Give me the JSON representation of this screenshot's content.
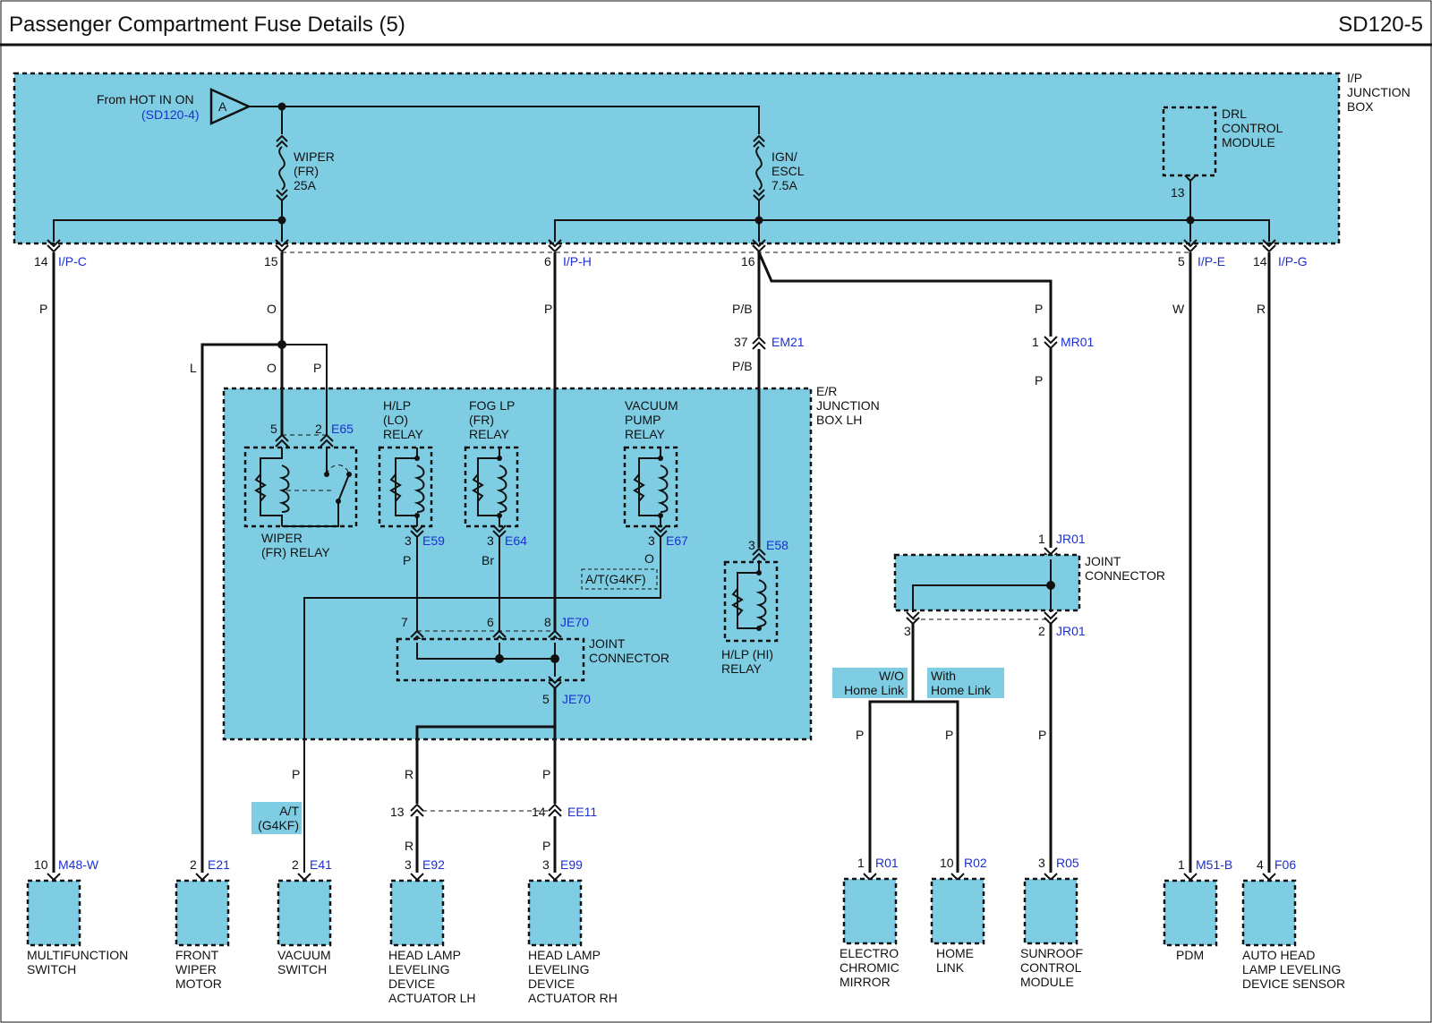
{
  "header": {
    "title": "Passenger Compartment Fuse Details (5)",
    "page_code": "SD120-5"
  },
  "colors": {
    "box_fill": "#7fcde3",
    "wire": "#111111",
    "reference_text": "#1a2fd4"
  },
  "ip_junction_box": {
    "label": [
      "I/P",
      "JUNCTION",
      "BOX"
    ],
    "source_label": "From HOT IN ON",
    "source_ref": "(SD120-4)",
    "source_letter": "A",
    "fuse_wiper": [
      "WIPER",
      "(FR)",
      "25A"
    ],
    "fuse_ign": [
      "IGN/",
      "ESCL",
      "7.5A"
    ],
    "drl_module": [
      "DRL",
      "CONTROL",
      "MODULE"
    ],
    "drl_pin": "13"
  },
  "ip_connectors": [
    {
      "pin": "14",
      "ref": "I/P-C",
      "wire": "P"
    },
    {
      "pin": "15",
      "ref": "",
      "wire": "O"
    },
    {
      "pin": "6",
      "ref": "I/P-H",
      "wire": "P"
    },
    {
      "pin": "16",
      "ref": "",
      "wire": "P/B"
    },
    {
      "pin": "5",
      "ref": "I/P-E",
      "wire": "W"
    },
    {
      "pin": "14",
      "ref": "I/P-G",
      "wire": "R"
    }
  ],
  "er_junction_box": {
    "label": [
      "E/R",
      "JUNCTION",
      "BOX LH"
    ],
    "wiper_relay": {
      "pin_a": "5",
      "pin_b": "2",
      "ref": "E65",
      "label": [
        "WIPER",
        "(FR) RELAY"
      ]
    },
    "hlp_lo_relay": {
      "label": [
        "H/LP",
        "(LO)",
        "RELAY"
      ],
      "pin": "3",
      "ref": "E59",
      "wire": "P"
    },
    "fog_relay": {
      "label": [
        "FOG LP",
        "(FR)",
        "RELAY"
      ],
      "pin": "3",
      "ref": "E64",
      "wire": "Br"
    },
    "vacuum_relay": {
      "label": [
        "VACUUM",
        "PUMP",
        "RELAY"
      ],
      "pin": "3",
      "ref": "E67",
      "wire": "O"
    },
    "at_tag": "A/T(G4KF)",
    "hlp_hi_relay": {
      "label": [
        "H/LP (HI)",
        "RELAY"
      ],
      "pin": "3",
      "ref": "E58"
    },
    "joint": {
      "pins": [
        "7",
        "6",
        "8"
      ],
      "ref": "JE70",
      "out_pin": "5",
      "out_ref": "JE70",
      "label": [
        "JOINT",
        "CONNECTOR"
      ]
    }
  },
  "wire_labels": {
    "l": "L",
    "o_branch": "O",
    "p_branch": "P",
    "em21_pin": "37",
    "em21_ref": "EM21",
    "em21_wire": "P/B",
    "mr01_pin": "1",
    "mr01_ref": "MR01",
    "mr01_wire": "P"
  },
  "joint_right": {
    "label": [
      "JOINT",
      "CONNECTOR"
    ],
    "top_pin": "1",
    "top_ref": "JR01",
    "left_pin": "3",
    "right_pin": "2",
    "right_ref": "JR01",
    "tag_without": [
      "W/O",
      "Home Link"
    ],
    "tag_with": [
      "With",
      "Home Link"
    ]
  },
  "ee11": {
    "pin_l": "13",
    "pin_r": "14",
    "ref": "EE11",
    "wire_upper_l": "R",
    "wire_lower_l": "R",
    "wire_upper_r": "P",
    "wire_lower_r": "P"
  },
  "at_tag_lower": [
    "A/T",
    "(G4KF)"
  ],
  "components": [
    {
      "pin": "10",
      "ref": "M48-W",
      "wire": "",
      "name": [
        "MULTIFUNCTION",
        "SWITCH"
      ]
    },
    {
      "pin": "2",
      "ref": "E21",
      "wire": "",
      "name": [
        "FRONT",
        "WIPER",
        "MOTOR"
      ]
    },
    {
      "pin": "2",
      "ref": "E41",
      "wire": "P",
      "name": [
        "VACUUM",
        "SWITCH"
      ]
    },
    {
      "pin": "3",
      "ref": "E92",
      "wire": "",
      "name": [
        "HEAD LAMP",
        "LEVELING",
        "DEVICE",
        "ACTUATOR LH"
      ]
    },
    {
      "pin": "3",
      "ref": "E99",
      "wire": "",
      "name": [
        "HEAD LAMP",
        "LEVELING",
        "DEVICE",
        "ACTUATOR RH"
      ]
    },
    {
      "pin": "1",
      "ref": "R01",
      "wire": "P",
      "name": [
        "ELECTRO",
        "CHROMIC",
        "MIRROR"
      ]
    },
    {
      "pin": "10",
      "ref": "R02",
      "wire": "P",
      "name": [
        "HOME",
        "LINK"
      ]
    },
    {
      "pin": "3",
      "ref": "R05",
      "wire": "P",
      "name": [
        "SUNROOF",
        "CONTROL",
        "MODULE"
      ]
    },
    {
      "pin": "1",
      "ref": "M51-B",
      "wire": "",
      "name": [
        "PDM"
      ]
    },
    {
      "pin": "4",
      "ref": "F06",
      "wire": "",
      "name": [
        "AUTO HEAD",
        "LAMP LEVELING",
        "DEVICE SENSOR"
      ]
    }
  ]
}
